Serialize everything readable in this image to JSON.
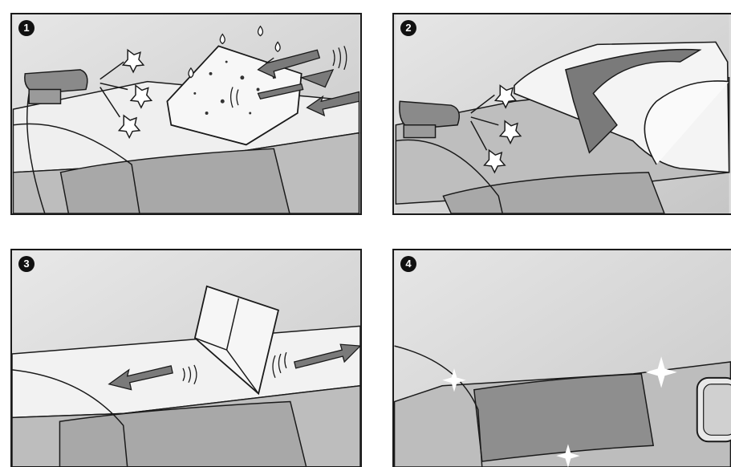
{
  "steps": [
    {
      "number": "1",
      "icon": "spray-bottle-and-sponge"
    },
    {
      "number": "2",
      "icon": "spray-and-cloth-fold"
    },
    {
      "number": "3",
      "icon": "applicator-pad-buffing"
    },
    {
      "number": "4",
      "icon": "shine-sparkles"
    }
  ],
  "colors": {
    "outline": "#1a1a1a",
    "panel_bg": "#dcdcdc",
    "arrow": "#6e6e6e"
  }
}
